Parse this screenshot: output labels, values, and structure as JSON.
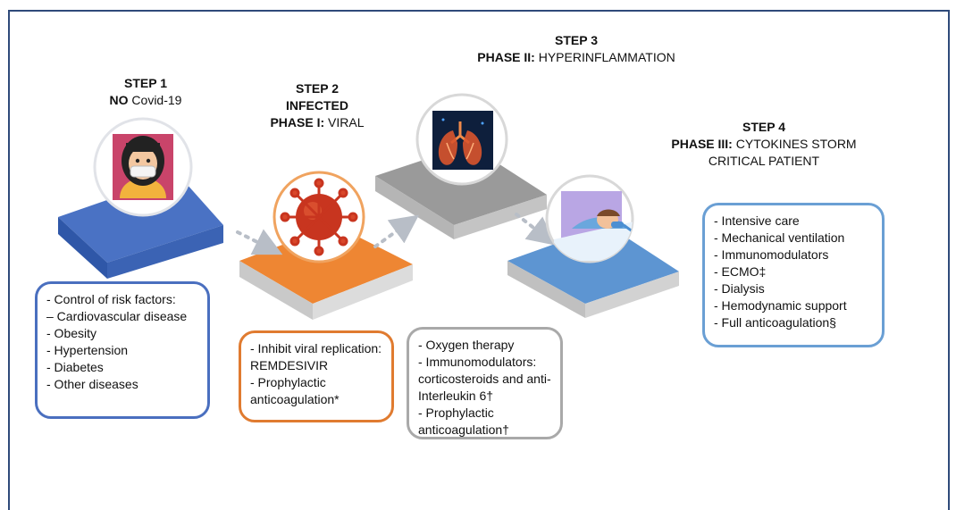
{
  "steps": [
    {
      "label": "STEP 1",
      "line2_bold": "NO",
      "line2": " Covid-19"
    },
    {
      "label": "STEP 2",
      "line2_bold": "INFECTED",
      "line3_bold": "PHASE I:",
      "line3": " VIRAL"
    },
    {
      "label": "STEP 3",
      "line2_bold": "PHASE II:",
      "line2": " HYPERINFLAMMATION"
    },
    {
      "label": "STEP 4",
      "line2_bold": "PHASE III:",
      "line2": " CYTOKINES STORM",
      "line3": "CRITICAL PATIENT"
    }
  ],
  "boxes": [
    {
      "items": [
        "- Control of risk factors:",
        "– Cardiovascular disease",
        "- Obesity",
        "- Hypertension",
        "- Diabetes",
        "- Other diseases"
      ],
      "color": "#4a6fbf"
    },
    {
      "items": [
        "- Inhibit viral replication:",
        "      REMDESIVIR",
        "- Prophylactic",
        "anticoagulation*"
      ],
      "color": "#e07b30"
    },
    {
      "items": [
        "- Oxygen therapy",
        "- Immunomodulators:",
        "corticosteroids and anti-",
        "Interleukin 6†",
        "- Prophylactic",
        "anticoagulation†"
      ],
      "color": "#a9a9a9"
    },
    {
      "items": [
        "- Intensive care",
        "- Mechanical ventilation",
        "- Immunomodulators",
        "- ECMO‡",
        "- Dialysis",
        "- Hemodynamic support",
        "- Full anticoagulation§"
      ],
      "color": "#6a9fd4"
    }
  ],
  "icons": [
    "masked-person-icon",
    "virus-icon",
    "lungs-icon",
    "icu-patient-icon"
  ],
  "colors": {
    "frame": "#2f4a7a",
    "platform_blue": "#4a72c4",
    "platform_orange": "#ee8633",
    "platform_gray": "#9a9a9a",
    "platform_lightblue": "#5d95d2",
    "arrow": "#b8bec7"
  }
}
